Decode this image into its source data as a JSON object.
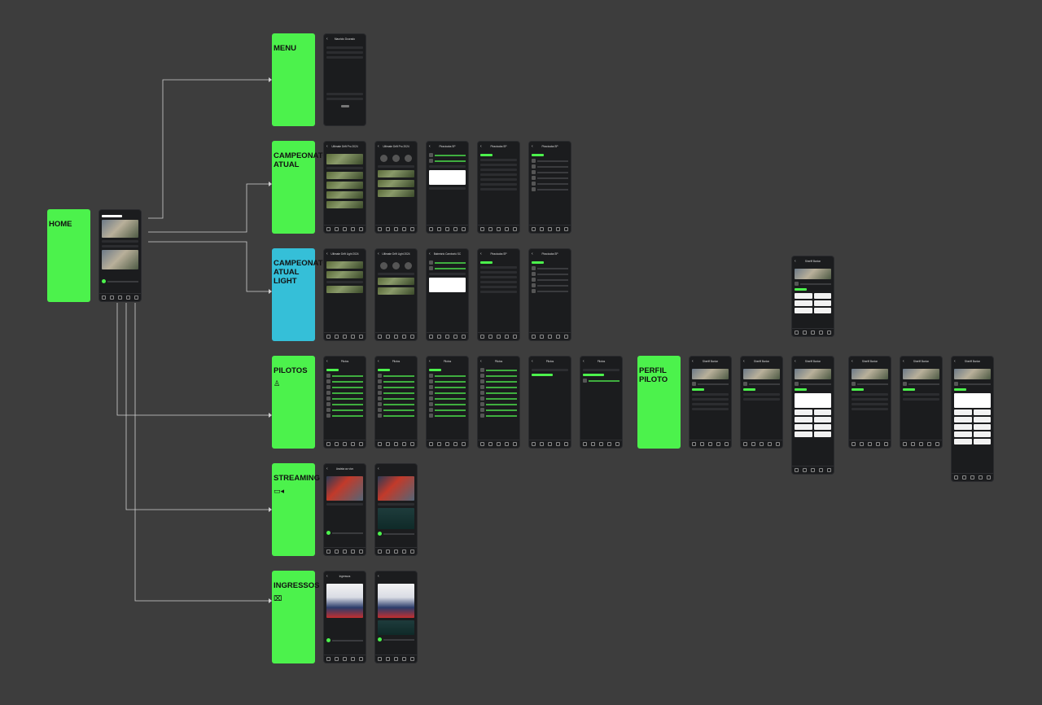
{
  "sections": {
    "home": "HOME",
    "menu": "MENU",
    "campeonato": "CAMPEONATO ATUAL",
    "campeonato_light": "CAMPEONATO ATUAL LIGHT",
    "pilotos": "PILOTOS",
    "streaming": "STREAMING",
    "ingressos": "INGRESSOS",
    "perfil_piloto": "PERFIL PILOTO"
  },
  "icons": {
    "pilotos": "person-icon",
    "streaming": "video-icon",
    "ingressos": "ticket-icon"
  },
  "colors": {
    "background": "#3d3d3d",
    "label_green": "#4cf24c",
    "label_blue": "#35bfd8",
    "phone": "#1b1c1e",
    "connector": "#d0d0d0"
  },
  "screens": {
    "menu": "Mauricio Dourado",
    "campeonato": [
      "Ultimate Drift Pro 2024",
      "Ultimate Drift Pro 2024",
      "Piracicaba SP",
      "Piracicaba SP",
      "Piracicaba SP"
    ],
    "campeonato_light": [
      "Ultimate Drift Light 2024",
      "Ultimate Drift Light 2024",
      "Balneário Camboriú SC",
      "Piracicaba SP",
      "Piracicaba SP"
    ],
    "pilotos": [
      "Pilotos",
      "Pilotos",
      "Pilotos",
      "Pilotos",
      "Pilotos",
      "Pilotos"
    ],
    "perfil": [
      "Sheriff Barion",
      "Sheriff Barion",
      "Sheriff Barion",
      "Sheriff Barion",
      "Sheriff Barion",
      "Sheriff Barion",
      "Sheriff Barion"
    ],
    "streaming": [
      "Assista ao vivo",
      ""
    ],
    "ingressos": [
      "Ingressos",
      ""
    ]
  }
}
